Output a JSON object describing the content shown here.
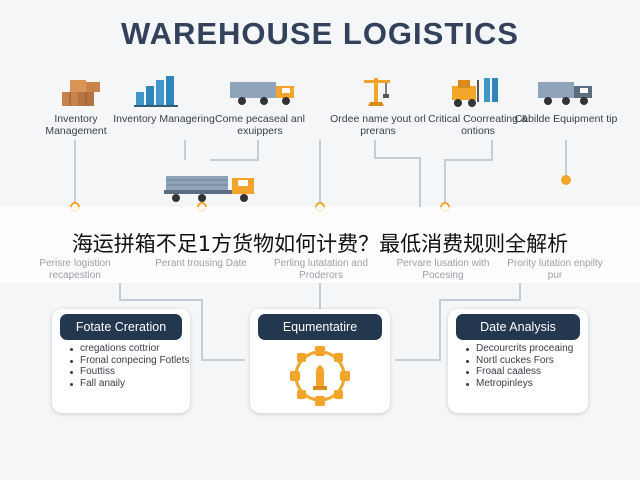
{
  "title": "WAREHOUSE LOGISTICS",
  "top_items": [
    {
      "icon": "boxes-icon",
      "label": "Inventory Management"
    },
    {
      "icon": "warehouse-shelves-icon",
      "label": "Inventory Managering"
    },
    {
      "icon": "truck-icon",
      "label": "Come pecaseal anl exuippers"
    },
    {
      "icon": "crane-icon",
      "label": "Ordee name yout orl prerans"
    },
    {
      "icon": "forklift-icon",
      "label": "Critical Coorreating & ontions"
    },
    {
      "icon": "delivery-truck-icon",
      "label": "Cabilde Equipment tip"
    }
  ],
  "mid_labels": [
    "Perisre logistion recapestion",
    "Perant trousing Date",
    "Perling lutatation and Proderors",
    "Pervare lusation with Pocesing",
    "Prority lutation enpilty pur"
  ],
  "banner_text": "海运拼箱不足1方货物如何计费？最低消费规则全解析",
  "panels": [
    {
      "title": "Fotate Creration",
      "bullets": [
        "cregations cottrior",
        "Fronal conpecing Fotlets",
        "Fouttiss",
        "Fall anaily"
      ]
    },
    {
      "title": "Equmentatire",
      "bullets": []
    },
    {
      "title": "Date Analysis",
      "bullets": [
        "Decourcrits proceaing",
        "Nortl cuckes Fors",
        "Froaal caaless",
        "Metropinleys"
      ]
    }
  ],
  "colors": {
    "title": "#33425a",
    "accent_orange": "#f2a52a",
    "panel_header": "#23374f",
    "line_gray": "#c5ccd4"
  }
}
